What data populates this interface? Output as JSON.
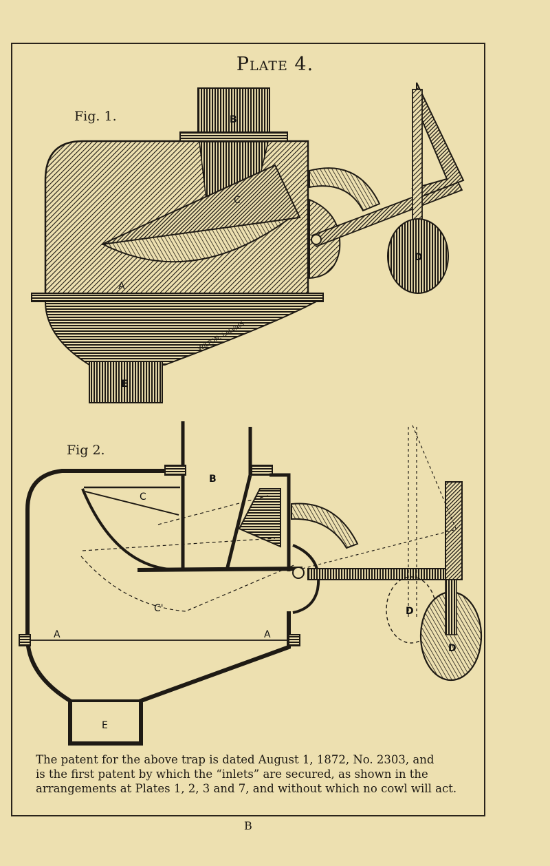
{
  "plate": {
    "title": "Plate 4."
  },
  "figures": [
    {
      "id": "fig1",
      "label": "Fig. 1.",
      "letters": [
        "B",
        "C",
        "D",
        "A",
        "E"
      ],
      "engraver": "WILTON, LALVAIS"
    },
    {
      "id": "fig2",
      "label": "Fig 2.",
      "letters": [
        "B",
        "C",
        "C'",
        "A",
        "A",
        "D",
        "D",
        "E"
      ]
    }
  ],
  "caption": {
    "lines": [
      "The patent for the above trap is dated August 1, 1872, No. 2303, and",
      "is the first patent by which the “inlets” are secured, as shown in the",
      "arrangements at Plates 1, 2, 3 and 7, and without which no cowl will act."
    ]
  },
  "footer": {
    "signature_mark": "B"
  },
  "colors": {
    "paper": "#ede0b0",
    "ink": "#1e1a14"
  }
}
